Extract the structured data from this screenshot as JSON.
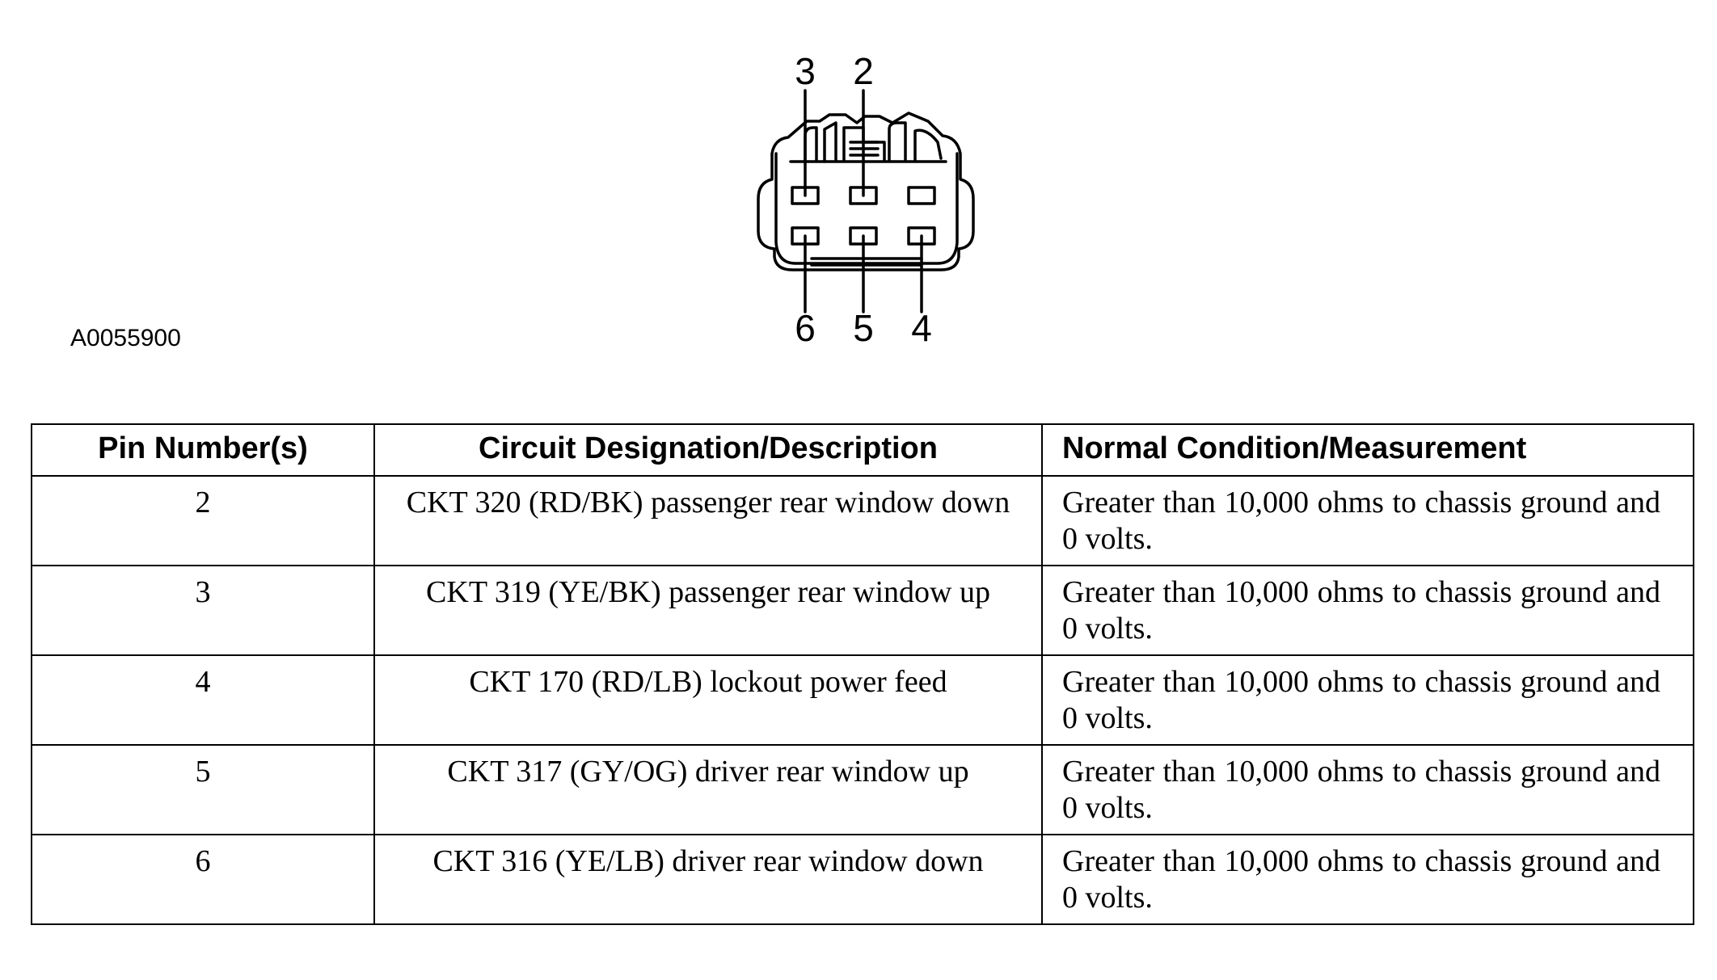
{
  "figure": {
    "id": "A0055900",
    "pin_labels_top": [
      "3",
      "2"
    ],
    "pin_labels_bottom": [
      "6",
      "5",
      "4"
    ]
  },
  "table": {
    "headers": [
      "Pin Number(s)",
      "Circuit Designation/Description",
      "Normal Condition/Measurement"
    ],
    "rows": [
      {
        "pin": "2",
        "circuit": "CKT 320 (RD/BK) passenger rear window down",
        "measurement": "Greater than 10,000 ohms to chassis ground and 0 volts."
      },
      {
        "pin": "3",
        "circuit": "CKT 319 (YE/BK) passenger rear window up",
        "measurement": "Greater than 10,000 ohms to chassis ground and 0 volts."
      },
      {
        "pin": "4",
        "circuit": "CKT 170 (RD/LB) lockout power feed",
        "measurement": "Greater than 10,000 ohms to chassis ground and 0 volts."
      },
      {
        "pin": "5",
        "circuit": "CKT 317 (GY/OG) driver rear window up",
        "measurement": "Greater than 10,000 ohms to chassis ground and 0 volts."
      },
      {
        "pin": "6",
        "circuit": "CKT 316 (YE/LB) driver rear window down",
        "measurement": "Greater than 10,000 ohms to chassis ground and 0 volts."
      }
    ]
  }
}
